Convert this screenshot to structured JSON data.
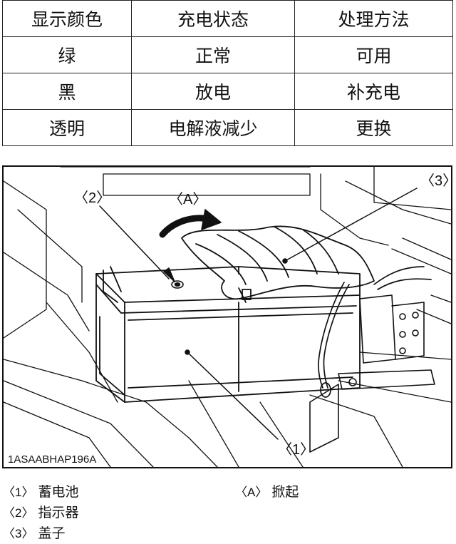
{
  "status_table": {
    "header": [
      "显示颜色",
      "充电状态",
      "处理方法"
    ],
    "rows": [
      [
        "绿",
        "正常",
        "可用"
      ],
      [
        "黑",
        "放电",
        "补充电"
      ],
      [
        "透明",
        "电解液减少",
        "更换"
      ]
    ]
  },
  "figure": {
    "id": "1ASAABHAP196A",
    "callouts": {
      "c1": "〈1〉",
      "c2": "〈2〉",
      "c3": "〈3〉",
      "cA": "〈A〉"
    }
  },
  "legend": [
    {
      "code": "〈1〉",
      "label": "蓄电池"
    },
    {
      "code": "〈2〉",
      "label": "指示器"
    },
    {
      "code": "〈3〉",
      "label": "盖子"
    },
    {
      "code": "〈A〉",
      "label": "掀起"
    }
  ]
}
